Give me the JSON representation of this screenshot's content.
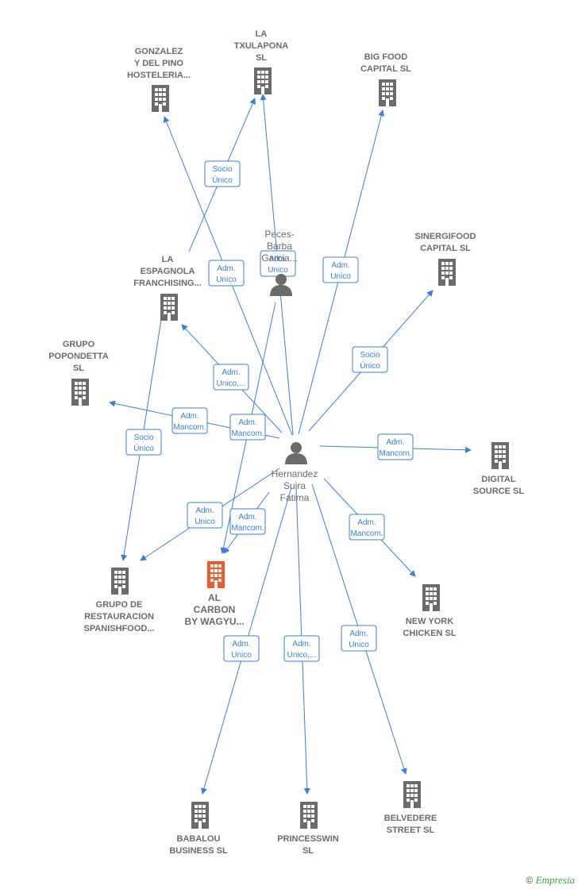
{
  "colors": {
    "edge": "#3a7fd5",
    "node": "#6b6b6b",
    "highlight": "#f05a28",
    "label_box_border": "#3a7fd5"
  },
  "nodes": [
    {
      "id": "gonzalez",
      "type": "company",
      "lines": [
        "GONZALEZ",
        "Y DEL PINO",
        "HOSTELERIA..."
      ]
    },
    {
      "id": "txulapona",
      "type": "company",
      "lines": [
        "LA",
        "TXULAPONA",
        "SL"
      ]
    },
    {
      "id": "bigfood",
      "type": "company",
      "lines": [
        "BIG FOOD",
        "CAPITAL  SL"
      ]
    },
    {
      "id": "sinergifood",
      "type": "company",
      "lines": [
        "SINERGIFOOD",
        "CAPITAL  SL"
      ]
    },
    {
      "id": "espagnola",
      "type": "company",
      "lines": [
        "LA",
        "ESPAGNOLA",
        "FRANCHISING..."
      ]
    },
    {
      "id": "popondetta",
      "type": "company",
      "lines": [
        "GRUPO",
        "POPONDETTA",
        "SL"
      ]
    },
    {
      "id": "digital",
      "type": "company",
      "lines": [
        "DIGITAL",
        "SOURCE  SL"
      ]
    },
    {
      "id": "grupores",
      "type": "company",
      "lines": [
        "GRUPO DE",
        "RESTAURACION",
        "SPANISHFOOD..."
      ]
    },
    {
      "id": "alcarbon",
      "type": "main",
      "lines": [
        "AL",
        "CARBON",
        "BY WAGYU..."
      ]
    },
    {
      "id": "newyork",
      "type": "company",
      "lines": [
        "NEW YORK",
        "CHICKEN  SL"
      ]
    },
    {
      "id": "babalou",
      "type": "company",
      "lines": [
        "BABALOU",
        "BUSINESS SL"
      ]
    },
    {
      "id": "princesswin",
      "type": "company",
      "lines": [
        "PRINCESSWIN",
        "SL"
      ]
    },
    {
      "id": "belvedere",
      "type": "company",
      "lines": [
        "BELVEDERE",
        "STREET SL"
      ]
    },
    {
      "id": "peces",
      "type": "person",
      "lines": [
        "Peces-",
        "Barba",
        "Garcia..."
      ]
    },
    {
      "id": "hernandez",
      "type": "person",
      "lines": [
        "Hernandez",
        "Suira",
        "Fatima"
      ]
    }
  ],
  "edges": [
    {
      "from": "hernandez",
      "to": "gonzalez",
      "label": [
        "Adm.",
        "Unico"
      ]
    },
    {
      "from": "espagnola",
      "to": "txulapona",
      "label": [
        "Socio",
        "Único"
      ]
    },
    {
      "from": "hernandez",
      "to": "txulapona",
      "label": [
        "Adm.",
        "Unico"
      ]
    },
    {
      "from": "hernandez",
      "to": "bigfood",
      "label": [
        "Adm.",
        "Unico"
      ]
    },
    {
      "from": "hernandez",
      "to": "sinergifood",
      "label": [
        "Socio",
        "Único"
      ]
    },
    {
      "from": "hernandez",
      "to": "espagnola",
      "label": [
        "Adm.",
        "Unico,..."
      ]
    },
    {
      "from": "hernandez",
      "to": "popondetta",
      "label": [
        "Adm.",
        "Mancom."
      ]
    },
    {
      "from": "peces",
      "to": "alcarbon",
      "label": [
        "Adm.",
        "Mancom."
      ]
    },
    {
      "from": "espagnola",
      "to": "grupores",
      "label": [
        "Socio",
        "Único"
      ]
    },
    {
      "from": "hernandez",
      "to": "digital",
      "label": [
        "Adm.",
        "Mancom."
      ]
    },
    {
      "from": "hernandez",
      "to": "grupores",
      "label": [
        "Adm.",
        "Unico"
      ]
    },
    {
      "from": "hernandez",
      "to": "alcarbon",
      "label": [
        "Adm.",
        "Mancom."
      ]
    },
    {
      "from": "hernandez",
      "to": "newyork",
      "label": [
        "Adm.",
        "Mancom."
      ]
    },
    {
      "from": "hernandez",
      "to": "babalou",
      "label": [
        "Adm.",
        "Unico"
      ]
    },
    {
      "from": "hernandez",
      "to": "princesswin",
      "label": [
        "Adm.",
        "Unico,..."
      ]
    },
    {
      "from": "hernandez",
      "to": "belvedere",
      "label": [
        "Adm.",
        "Unico"
      ]
    }
  ],
  "footer": {
    "copyright": "©",
    "brand": "Empresia"
  }
}
